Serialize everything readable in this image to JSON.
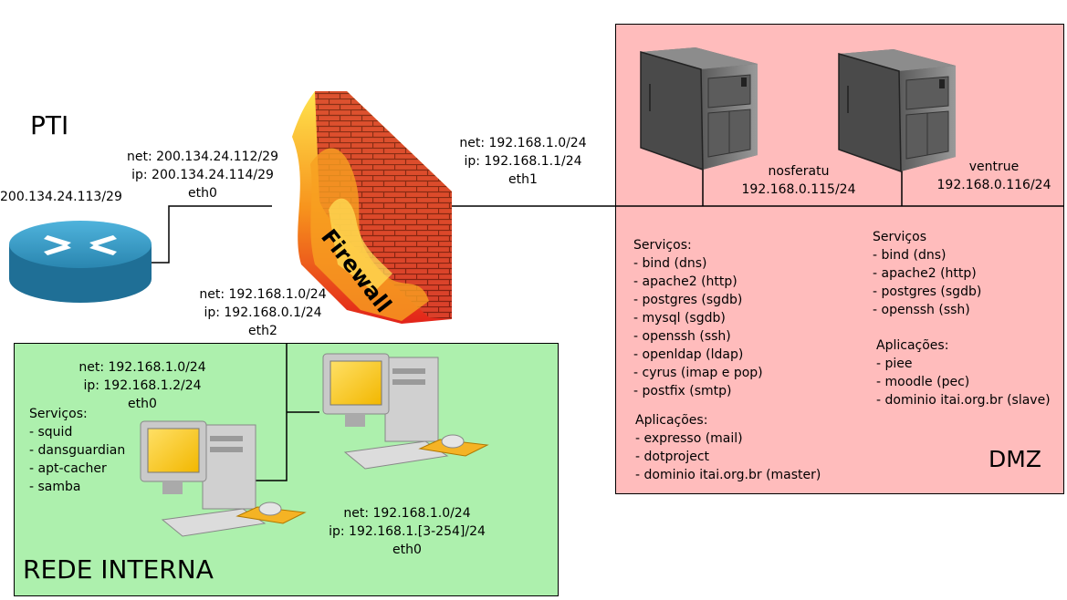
{
  "pti": {
    "title": "PTI",
    "router_ip": "200.134.24.113/29"
  },
  "firewall": {
    "label": "Firewall",
    "eth0": {
      "net": "net: 200.134.24.112/29",
      "ip": "ip: 200.134.24.114/29",
      "iface": "eth0"
    },
    "eth1": {
      "net": "net: 192.168.1.0/24",
      "ip": "ip: 192.168.1.1/24",
      "iface": "eth1"
    },
    "eth2": {
      "net": "net: 192.168.1.0/24",
      "ip": "ip: 192.168.0.1/24",
      "iface": "eth2"
    }
  },
  "dmz": {
    "label": "DMZ",
    "nosferatu": {
      "name": "nosferatu",
      "ip": "192.168.0.115/24",
      "services_title": "Serviços:",
      "services": [
        "- bind (dns)",
        "- apache2 (http)",
        "- postgres (sgdb)",
        "- mysql (sgdb)",
        "- openssh (ssh)",
        "- openldap (ldap)",
        "- cyrus (imap e pop)",
        "- postfix (smtp)"
      ],
      "apps_title": "Aplicações:",
      "apps": [
        "- expresso (mail)",
        "- dotproject",
        "- dominio itai.org.br (master)"
      ]
    },
    "ventrue": {
      "name": "ventrue",
      "ip": "192.168.0.116/24",
      "services_title": "Serviços",
      "services": [
        "- bind (dns)",
        "- apache2 (http)",
        "- postgres (sgdb)",
        "- openssh (ssh)"
      ],
      "apps_title": "Aplicações:",
      "apps": [
        "- piee",
        "- moodle (pec)",
        "- dominio itai.org.br (slave)"
      ]
    }
  },
  "lan": {
    "label": "REDE INTERNA",
    "server": {
      "net": "net: 192.168.1.0/24",
      "ip": "ip: 192.168.1.2/24",
      "iface": "eth0",
      "services_title": "Serviços:",
      "services": [
        "- squid",
        "- dansguardian",
        "- apt-cacher",
        "- samba"
      ]
    },
    "clients": {
      "net": "net: 192.168.1.0/24",
      "ip": "ip: 192.168.1.[3-254]/24",
      "iface": "eth0"
    }
  },
  "colors": {
    "dmz_bg": "#ffbcbc",
    "lan_bg": "#adf0ad",
    "router": "#2d8ab4",
    "brick": "#d9422c",
    "flame": "#f7a21b",
    "monitor_screen": "#ffd700"
  },
  "icons": [
    "router-icon",
    "firewall-icon",
    "server-icon",
    "workstation-icon"
  ]
}
